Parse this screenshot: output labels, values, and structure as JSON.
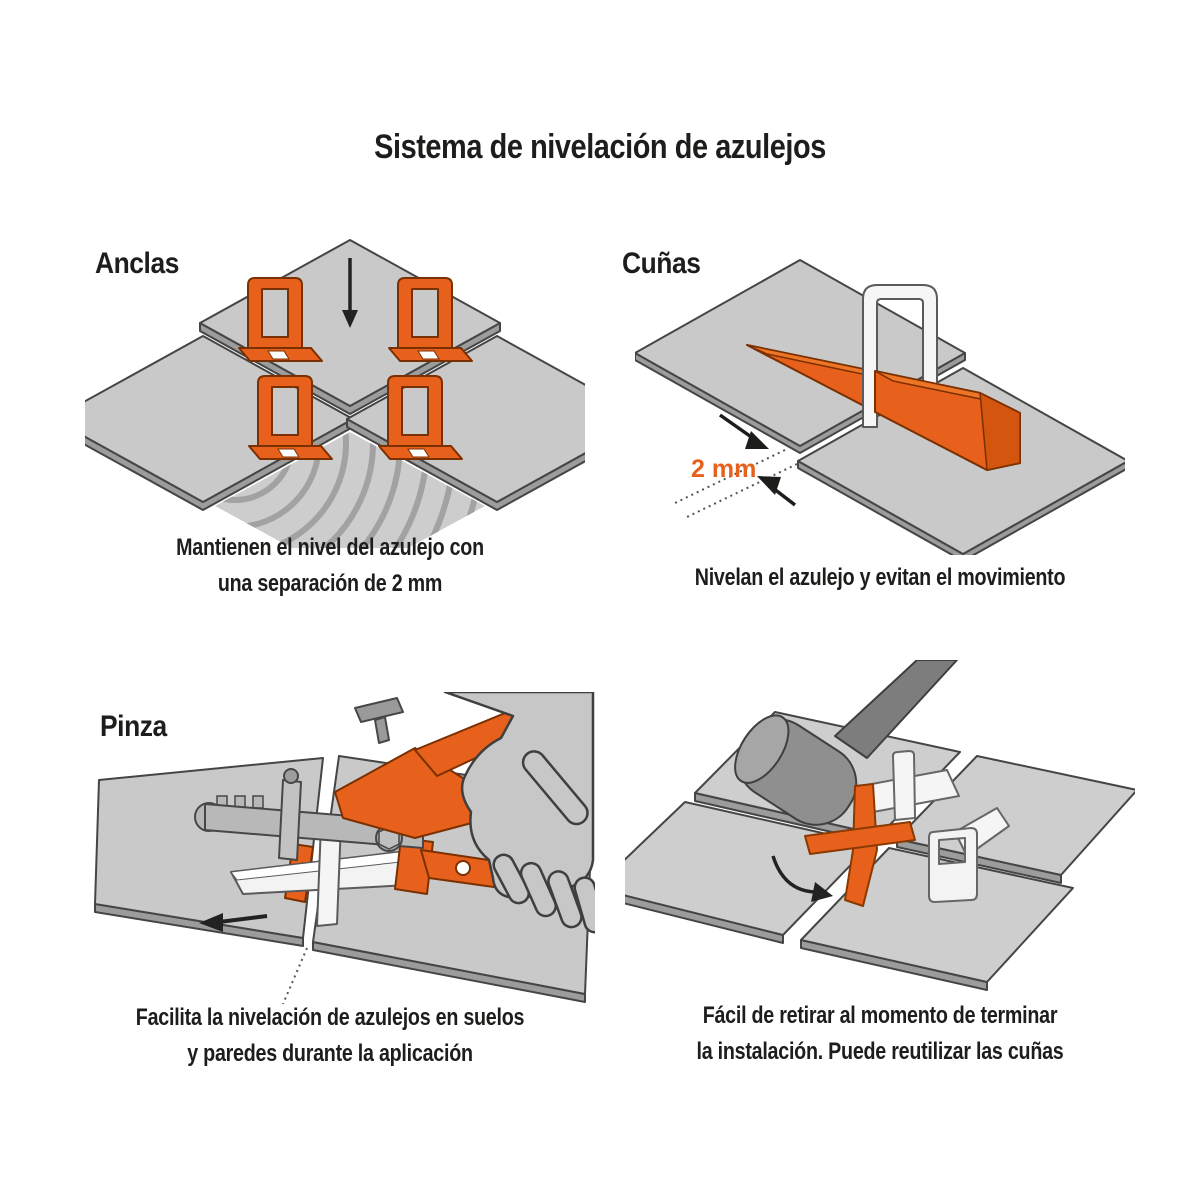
{
  "title": "Sistema de nivelación de azulejos",
  "panels": {
    "anclas": {
      "label": "Anclas",
      "caption": [
        "Mantienen el nivel del azulejo con",
        "una separación de 2 mm"
      ]
    },
    "cunas": {
      "label": "Cuñas",
      "gap_annotation": "2 mm",
      "caption": [
        "Nivelan el azulejo y evitan el movimiento"
      ]
    },
    "pinza": {
      "label": "Pinza",
      "caption": [
        "Facilita la nivelación de azulejos en suelos",
        "y paredes durante la aplicación"
      ]
    },
    "retirada": {
      "caption": [
        "Fácil de retirar al momento de terminar",
        "la instalación. Puede reutilizar las cuñas"
      ]
    }
  },
  "colors": {
    "accent_orange": "#e8611c",
    "orange_dark": "#c9530f",
    "text": "#1d1d1b",
    "tile_top": "#c9c9c9",
    "tile_side": "#9c9c9c",
    "white_part": "#f6f6f6",
    "mallet_gray": "#8f8f8f"
  }
}
